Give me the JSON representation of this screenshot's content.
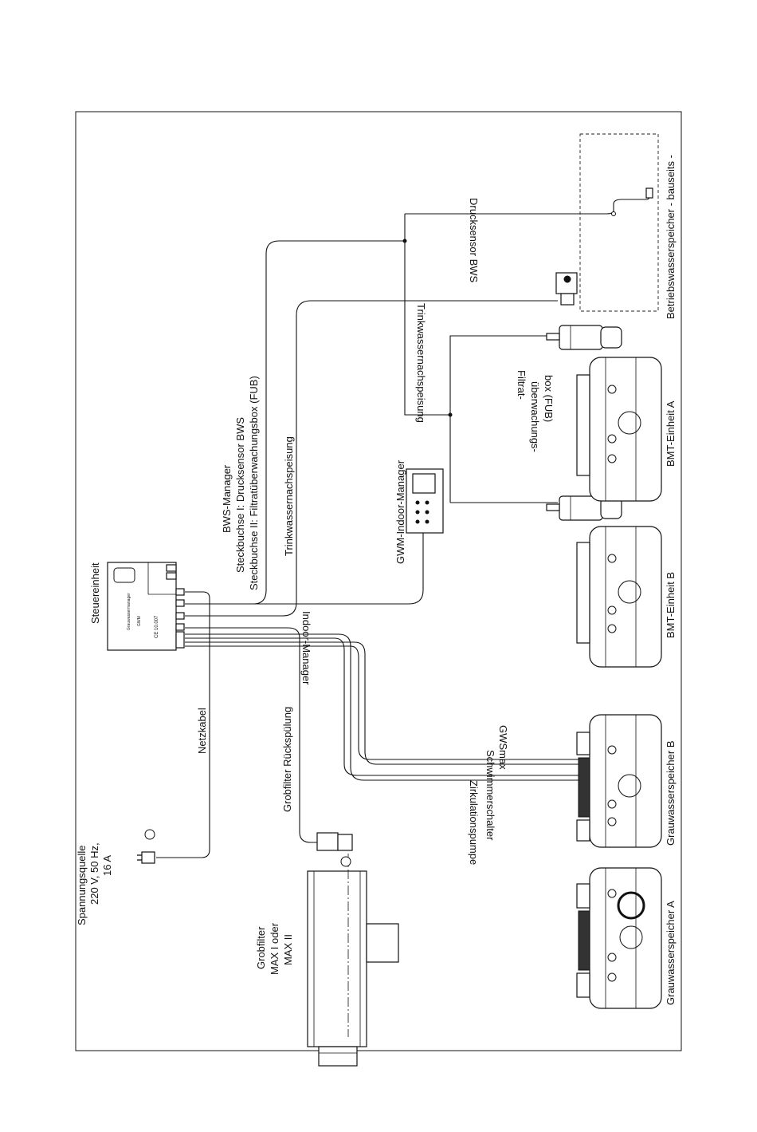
{
  "labels": {
    "power_source_1": "Spannungsquelle",
    "power_source_2": "220 V, 50 Hz,",
    "power_source_3": "16 A",
    "mains_cable": "Netzkabel",
    "coarse_filter_1": "Grobfilter",
    "coarse_filter_2": "MAX I oder",
    "coarse_filter_3": "MAX II",
    "coarse_backwash": "Grobfilter Rückspülung",
    "control_unit": "Steuereinheit",
    "bws_manager": "BWS-Manager",
    "socket_1": "Steckbuchse I: Drucksensor BWS",
    "socket_2": "Steckbuchse II: Filtratüberwachungsbox (FUB)",
    "potable_refill": "Trinkwassernachspeisung",
    "indoor_manager_cable": "Indoor-Manager",
    "gwm_indoor_manager": "GWM-Indoor-Manager",
    "circulation_pump": "Zirkulationspumpe",
    "float_switch": "Schwimmerschalter",
    "gwsmax": "GWSmax",
    "potable_refill_valve": "Trinkwassernachspeisung",
    "pressure_sensor": "Drucksensor BWS",
    "filtrate_box_1": "Filtrat-",
    "filtrate_box_2": "überwachungs-",
    "filtrate_box_3": "box (FUB)",
    "service_storage": "Betriebswasserspeicher - bauseits -",
    "grey_storage_a": "Grauwasserspeicher A",
    "grey_storage_b": "Grauwasserspeicher B",
    "bmt_unit_b": "BMT-Einheit B",
    "bmt_unit_a": "BMT-Einheit A"
  },
  "device_text": {
    "unit_brand": "Grauwassermanager",
    "unit_model": "GWM",
    "unit_code": "CE 10.007"
  },
  "icons": {
    "plug": "power-plug-icon",
    "valve": "solenoid-valve-icon",
    "sensor": "pressure-sensor-icon"
  },
  "colors": {
    "line": "#111111",
    "background": "#ffffff"
  }
}
